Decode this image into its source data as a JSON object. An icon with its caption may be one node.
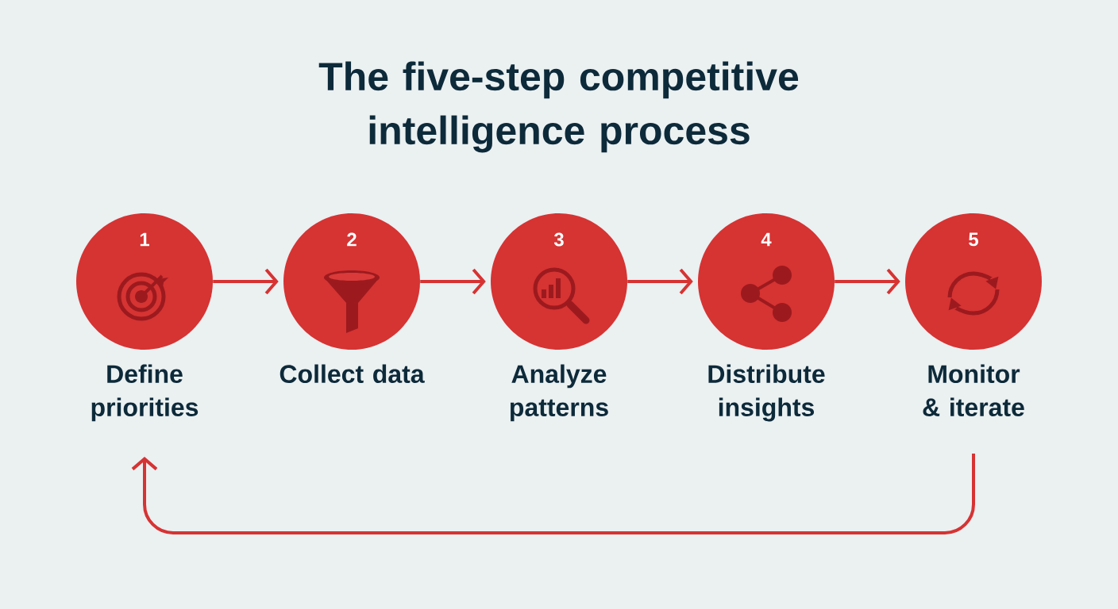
{
  "diagram": {
    "title": "The five-step competitive intelligence process",
    "nodes": [
      {
        "text": [
          "1",
          "Define priorities"
        ]
      },
      {
        "text": [
          "2",
          "Collect data"
        ]
      },
      {
        "text": [
          "3",
          "Analyze patterns"
        ]
      },
      {
        "text": [
          "4",
          "Distribute insights"
        ]
      },
      {
        "text": [
          "5",
          "Monitor & iterate"
        ]
      }
    ],
    "edges": [
      {
        "from": 0,
        "to": 1,
        "arrow": "to"
      },
      {
        "from": 1,
        "to": 2,
        "arrow": "to"
      },
      {
        "from": 2,
        "to": 3,
        "arrow": "to"
      },
      {
        "from": 3,
        "to": 4,
        "arrow": "to"
      },
      {
        "from": 4,
        "to": 0,
        "arrow": "to"
      }
    ]
  }
}
